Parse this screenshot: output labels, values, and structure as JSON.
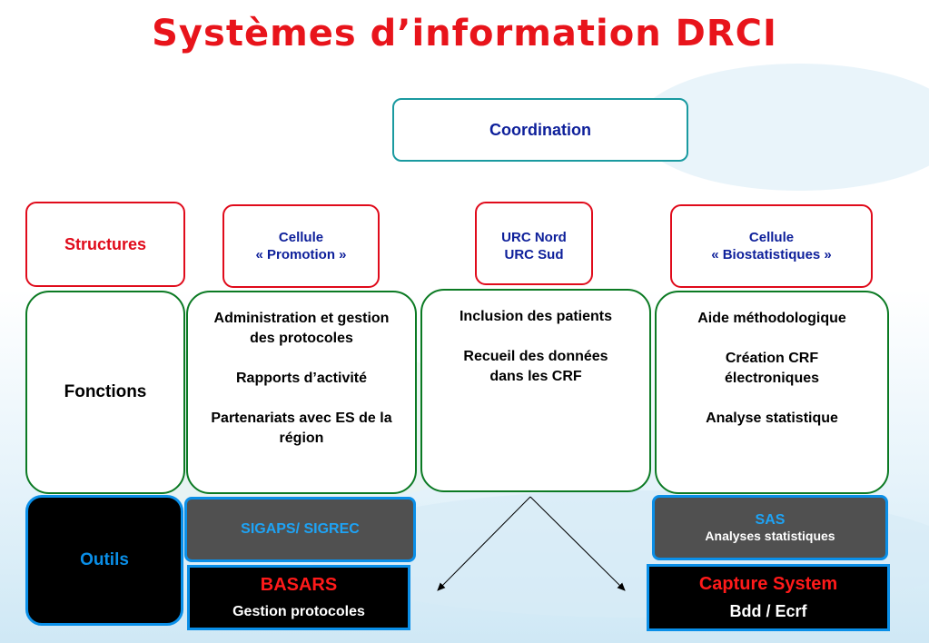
{
  "title": "Systèmes d’information DRCI",
  "coordination": "Coordination",
  "rows": {
    "structures": "Structures",
    "fonctions": "Fonctions",
    "outils": "Outils"
  },
  "structures": {
    "promotion": {
      "line1": "Cellule",
      "line2": "« Promotion »"
    },
    "urc": {
      "line1": "URC Nord",
      "line2": "URC Sud"
    },
    "biostat": {
      "line1": "Cellule",
      "line2": "« Biostatistiques »"
    }
  },
  "fonctions": {
    "promotion": [
      "Administration et gestion des protocoles",
      "Rapports d’activité",
      "Partenariats avec ES de la région"
    ],
    "urc": [
      "Inclusion des patients",
      "Recueil des données dans les CRF"
    ],
    "biostat": [
      "Aide méthodologique",
      "Création CRF électroniques",
      "Analyse statistique"
    ]
  },
  "outils": {
    "sigaps": "SIGAPS/ SIGREC",
    "basars": {
      "name": "BASARS",
      "sub": "Gestion protocoles"
    },
    "sas": {
      "name": "SAS",
      "sub": "Analyses statistiques"
    },
    "capture": {
      "name": "Capture System",
      "sub": "Bdd / Ecrf"
    }
  },
  "colors": {
    "title": "#e8141b",
    "red_border": "#e00b1b",
    "green_border": "#0b7a23",
    "teal_border": "#1a9aa0",
    "blue_border": "#0a8fe8",
    "navy_text": "#0d1f9a"
  }
}
